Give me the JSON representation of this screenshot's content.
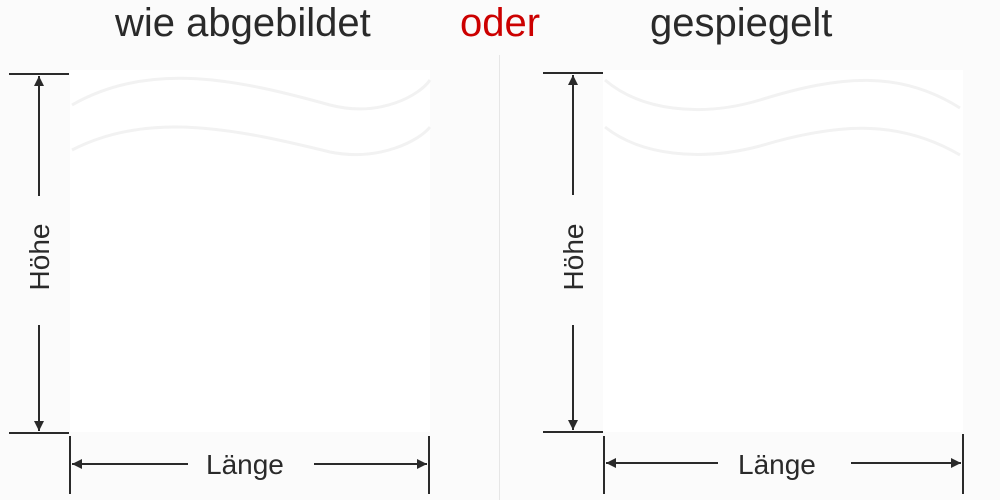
{
  "titles": {
    "left": "wie abgebildet",
    "separator": "oder",
    "right": "gespiegelt"
  },
  "panels": [
    {
      "orientation": "as-shown",
      "height_label": "Höhe",
      "length_label": "Länge"
    },
    {
      "orientation": "mirrored",
      "height_label": "Höhe",
      "length_label": "Länge"
    }
  ],
  "colors": {
    "text": "#2a2a2a",
    "accent": "#cc0000",
    "line": "#2a2a2a",
    "background": "#fbfbfb"
  }
}
